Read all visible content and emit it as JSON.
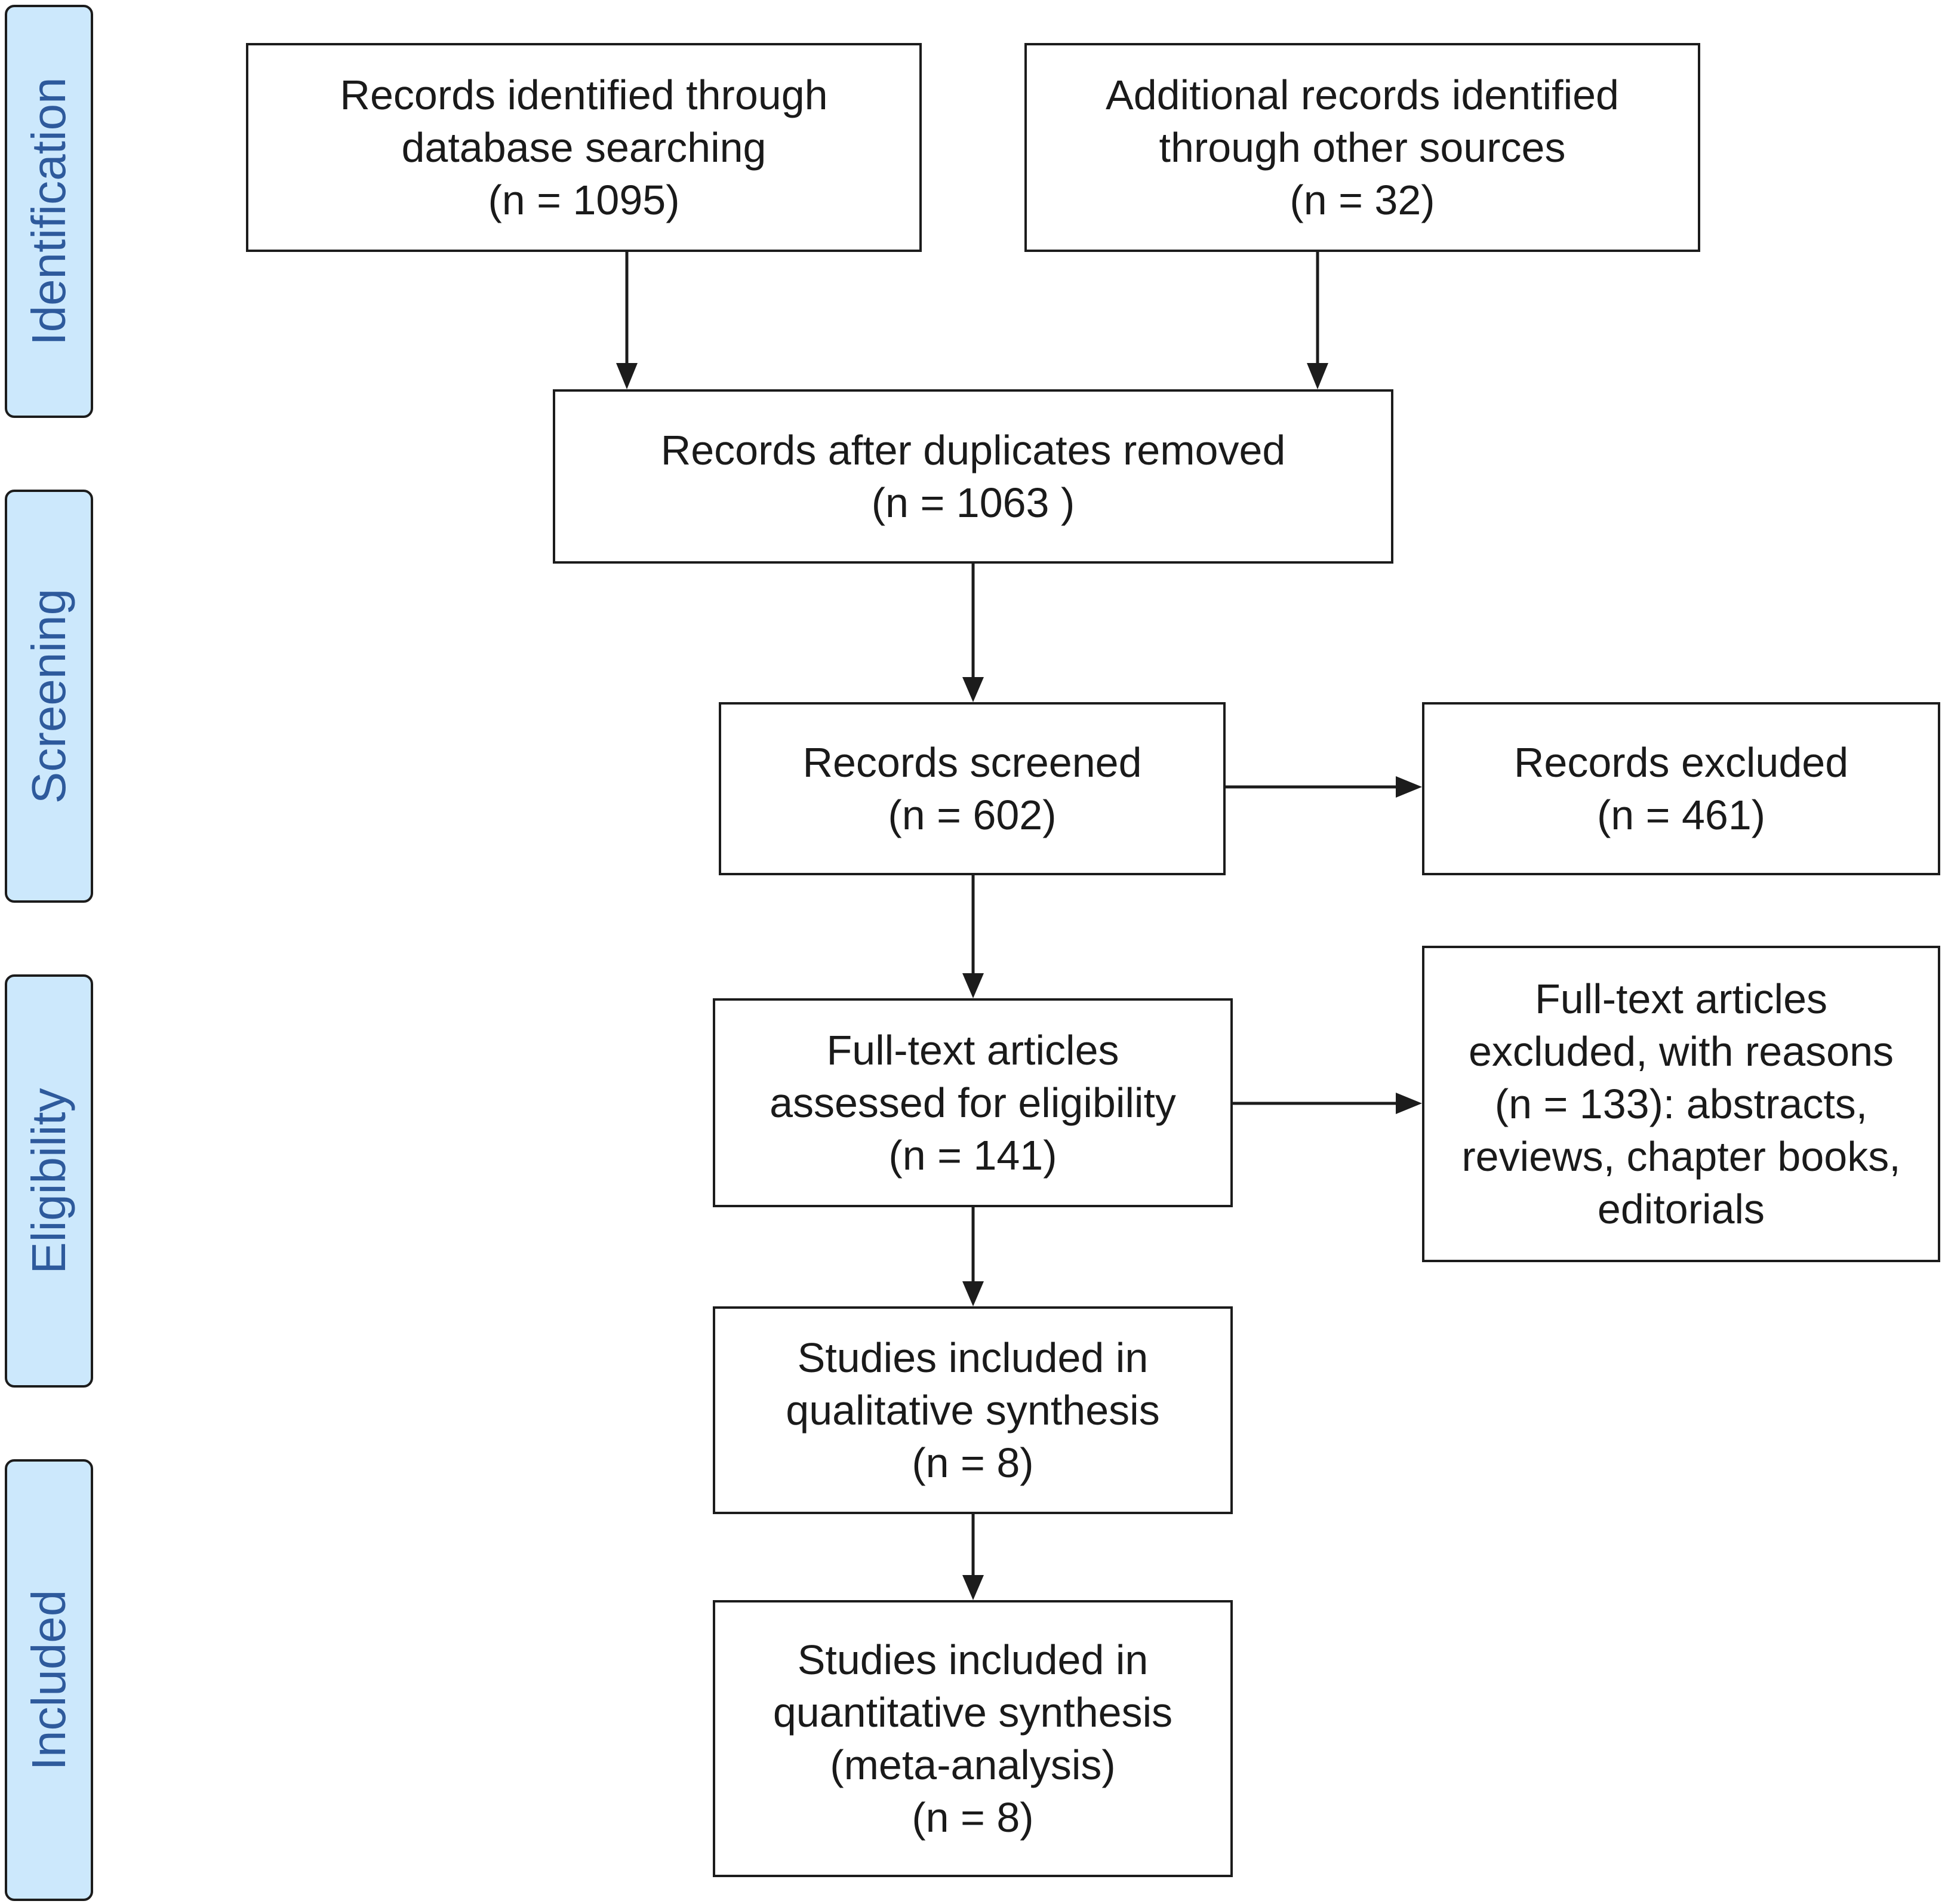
{
  "stages": {
    "identification": "Identification",
    "screening": "Screening",
    "eligibility": "Eligibility",
    "included": "Included"
  },
  "boxes": {
    "database_search": "Records identified through\ndatabase searching\n(n = 1095)",
    "other_sources": "Additional records identified\nthrough other sources\n(n = 32)",
    "duplicates_removed": "Records after duplicates removed\n(n = 1063 )",
    "screened": "Records screened\n(n = 602)",
    "excluded": "Records excluded\n(n = 461)",
    "fulltext_assessed": "Full-text articles\nassessed for eligibility\n(n = 141)",
    "fulltext_excluded": "Full-text articles\nexcluded, with reasons\n(n = 133): abstracts,\nreviews, chapter books,\neditorials",
    "qualitative": "Studies included in\nqualitative synthesis\n(n = 8)",
    "quantitative": "Studies included in\nquantitative synthesis\n(meta-analysis)\n(n = 8)"
  },
  "colors": {
    "tab_fill": "#cce8fc",
    "tab_text": "#2e5a9c",
    "line": "#1c1c1c"
  }
}
